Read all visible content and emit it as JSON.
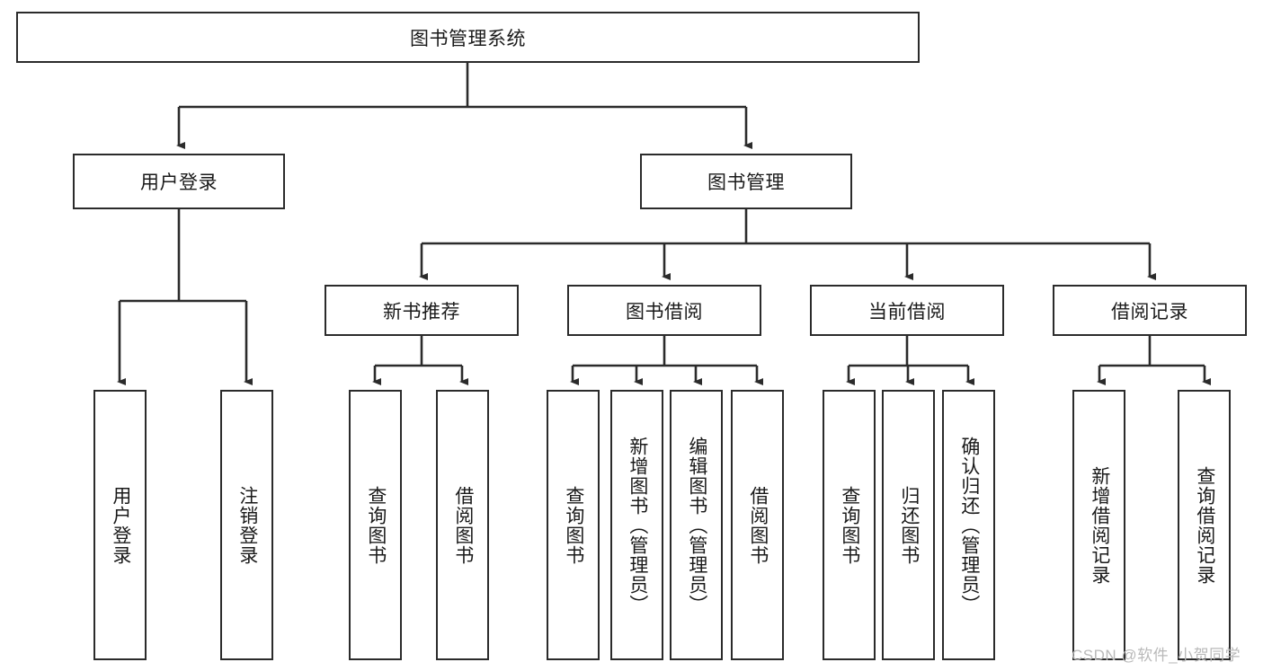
{
  "diagram": {
    "title": "图书管理系统",
    "type": "hierarchy-tree",
    "root": {
      "id": "root",
      "label": "图书管理系统"
    },
    "level2": [
      {
        "id": "user-login",
        "label": "用户登录"
      },
      {
        "id": "book-manage",
        "label": "图书管理"
      }
    ],
    "level3": [
      {
        "id": "new-book-recommend",
        "label": "新书推荐",
        "parent": "book-manage"
      },
      {
        "id": "book-borrow",
        "label": "图书借阅",
        "parent": "book-manage"
      },
      {
        "id": "current-borrow",
        "label": "当前借阅",
        "parent": "book-manage"
      },
      {
        "id": "borrow-record",
        "label": "借阅记录",
        "parent": "book-manage"
      }
    ],
    "leaves": [
      {
        "id": "leaf-user-login",
        "label": "用户登录",
        "parent": "user-login"
      },
      {
        "id": "leaf-user-logout",
        "label": "注销登录",
        "parent": "user-login"
      },
      {
        "id": "leaf-query-book-1",
        "label": "查询图书",
        "parent": "new-book-recommend"
      },
      {
        "id": "leaf-borrow-book-1",
        "label": "借阅图书",
        "parent": "new-book-recommend"
      },
      {
        "id": "leaf-query-book-2",
        "label": "查询图书",
        "parent": "book-borrow"
      },
      {
        "id": "leaf-add-book",
        "label": "新增图书（管理员）",
        "parent": "book-borrow"
      },
      {
        "id": "leaf-edit-book",
        "label": "编辑图书（管理员）",
        "parent": "book-borrow"
      },
      {
        "id": "leaf-borrow-book-2",
        "label": "借阅图书",
        "parent": "book-borrow"
      },
      {
        "id": "leaf-query-book-3",
        "label": "查询图书",
        "parent": "current-borrow"
      },
      {
        "id": "leaf-return-book",
        "label": "归还图书",
        "parent": "current-borrow"
      },
      {
        "id": "leaf-confirm-return",
        "label": "确认归还（管理员）",
        "parent": "current-borrow"
      },
      {
        "id": "leaf-add-record",
        "label": "新增借阅记录",
        "parent": "borrow-record"
      },
      {
        "id": "leaf-query-record",
        "label": "查询借阅记录",
        "parent": "borrow-record"
      }
    ]
  },
  "watermark": {
    "text": "CSDN @软件_小贺同学"
  },
  "colors": {
    "stroke": "#2b2b2b",
    "box_fill": "#ffffff",
    "text": "#1a1a1a",
    "watermark": "#b9b9b9",
    "background": "#ffffff"
  }
}
